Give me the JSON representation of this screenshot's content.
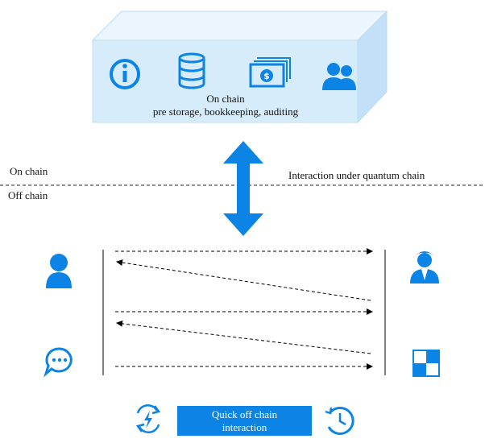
{
  "onchain_box": {
    "line1": "On chain",
    "line2": "pre storage, bookkeeping, auditing",
    "icons": [
      "info-icon",
      "database-icon",
      "money-icon",
      "users-icon"
    ]
  },
  "divider": {
    "left_top": "On chain",
    "left_bottom": "Off chain",
    "right": "Interaction under quantum chain"
  },
  "quick": {
    "label_line1": "Quick off chain",
    "label_line2": "interaction"
  },
  "colors": {
    "accent": "#0b84e6",
    "box_front": "#d7ecfb",
    "box_top": "#eaf5fd",
    "box_side": "#c2e0f7",
    "box_border": "#bcdcf4"
  }
}
